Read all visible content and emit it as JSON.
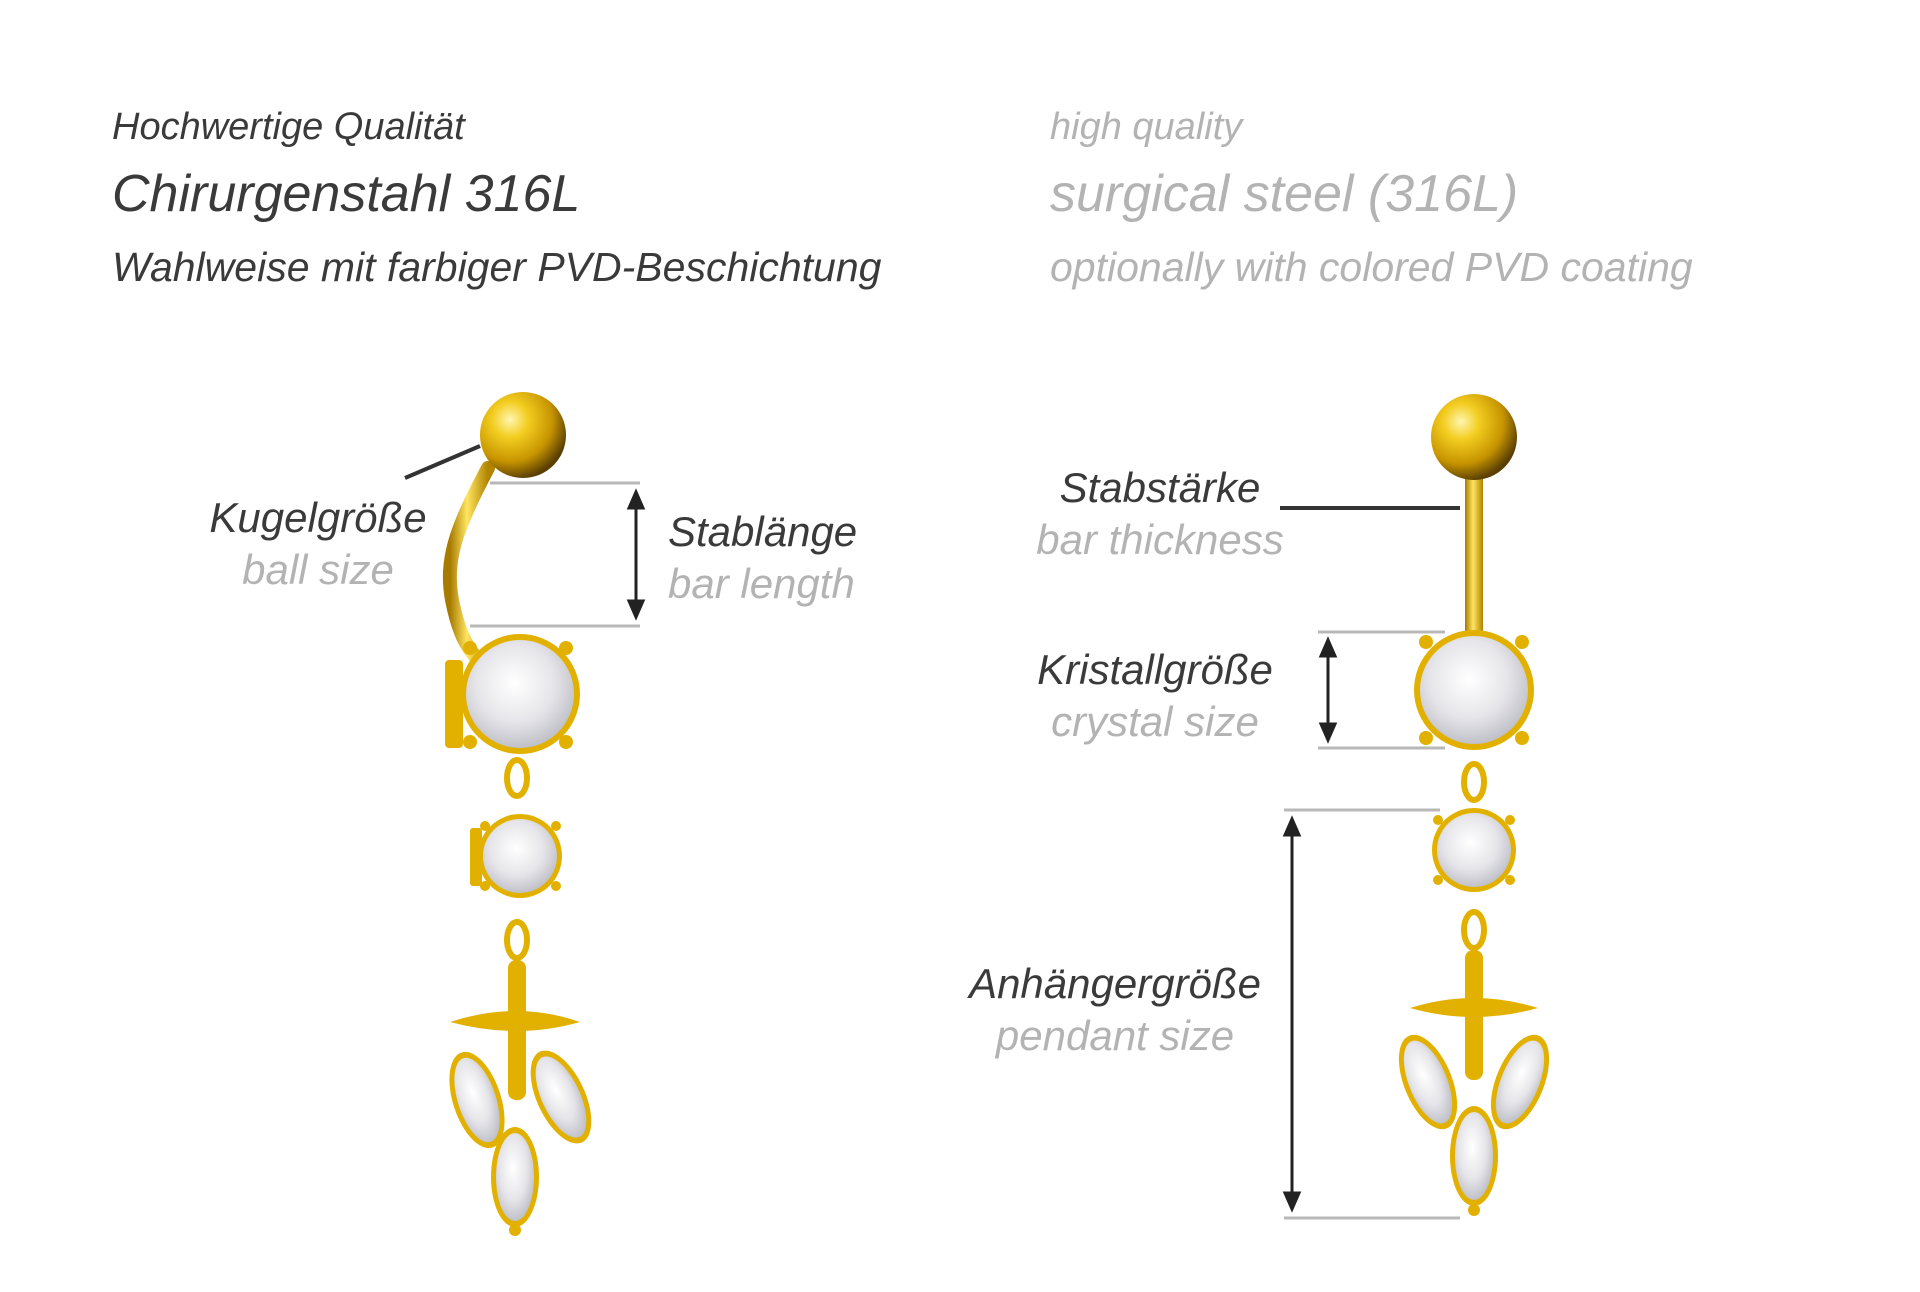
{
  "header": {
    "de": {
      "line1": "Hochwertige Qualität",
      "line2": "Chirurgenstahl 316L",
      "line3": "Wahlweise mit farbiger PVD-Beschichtung"
    },
    "en": {
      "line1": "high quality",
      "line2": "surgical steel (316L)",
      "line3": "optionally with colored PVD coating"
    }
  },
  "labels": {
    "ball_size": {
      "de": "Kugelgröße",
      "en": "ball size"
    },
    "bar_length": {
      "de": "Stablänge",
      "en": "bar length"
    },
    "bar_thickness": {
      "de": "Stabstärke",
      "en": "bar thickness"
    },
    "crystal_size": {
      "de": "Kristallgröße",
      "en": "crystal size"
    },
    "pendant_size": {
      "de": "Anhängergröße",
      "en": "pendant size"
    }
  },
  "colors": {
    "text_de": "#3a3a3a",
    "text_en": "#b3b3b3",
    "gold": "#e2b100",
    "gold_dark": "#8a6a00",
    "measure_line": "#b8b8b8",
    "arrow": "#222222"
  }
}
